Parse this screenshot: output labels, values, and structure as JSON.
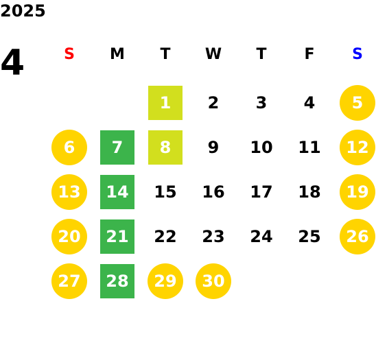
{
  "year": "2025",
  "month": "4",
  "colors": {
    "sunday_label": "#ff0000",
    "saturday_label": "#0000ff",
    "holiday_circle": "#ffd400",
    "green_square": "#3cb44b",
    "lime_square": "#d2df1e"
  },
  "weekdays": [
    "S",
    "M",
    "T",
    "W",
    "T",
    "F",
    "S"
  ],
  "days": [
    {
      "day": "1",
      "row": 0,
      "col": 2,
      "mark": "lime-square"
    },
    {
      "day": "2",
      "row": 0,
      "col": 3,
      "mark": "none"
    },
    {
      "day": "3",
      "row": 0,
      "col": 4,
      "mark": "none"
    },
    {
      "day": "4",
      "row": 0,
      "col": 5,
      "mark": "none"
    },
    {
      "day": "5",
      "row": 0,
      "col": 6,
      "mark": "yellow-circle"
    },
    {
      "day": "6",
      "row": 1,
      "col": 0,
      "mark": "yellow-circle"
    },
    {
      "day": "7",
      "row": 1,
      "col": 1,
      "mark": "green-square"
    },
    {
      "day": "8",
      "row": 1,
      "col": 2,
      "mark": "lime-square"
    },
    {
      "day": "9",
      "row": 1,
      "col": 3,
      "mark": "none"
    },
    {
      "day": "10",
      "row": 1,
      "col": 4,
      "mark": "none"
    },
    {
      "day": "11",
      "row": 1,
      "col": 5,
      "mark": "none"
    },
    {
      "day": "12",
      "row": 1,
      "col": 6,
      "mark": "yellow-circle"
    },
    {
      "day": "13",
      "row": 2,
      "col": 0,
      "mark": "yellow-circle"
    },
    {
      "day": "14",
      "row": 2,
      "col": 1,
      "mark": "green-square"
    },
    {
      "day": "15",
      "row": 2,
      "col": 2,
      "mark": "none"
    },
    {
      "day": "16",
      "row": 2,
      "col": 3,
      "mark": "none"
    },
    {
      "day": "17",
      "row": 2,
      "col": 4,
      "mark": "none"
    },
    {
      "day": "18",
      "row": 2,
      "col": 5,
      "mark": "none"
    },
    {
      "day": "19",
      "row": 2,
      "col": 6,
      "mark": "yellow-circle"
    },
    {
      "day": "20",
      "row": 3,
      "col": 0,
      "mark": "yellow-circle"
    },
    {
      "day": "21",
      "row": 3,
      "col": 1,
      "mark": "green-square"
    },
    {
      "day": "22",
      "row": 3,
      "col": 2,
      "mark": "none"
    },
    {
      "day": "23",
      "row": 3,
      "col": 3,
      "mark": "none"
    },
    {
      "day": "24",
      "row": 3,
      "col": 4,
      "mark": "none"
    },
    {
      "day": "25",
      "row": 3,
      "col": 5,
      "mark": "none"
    },
    {
      "day": "26",
      "row": 3,
      "col": 6,
      "mark": "yellow-circle"
    },
    {
      "day": "27",
      "row": 4,
      "col": 0,
      "mark": "yellow-circle"
    },
    {
      "day": "28",
      "row": 4,
      "col": 1,
      "mark": "green-square"
    },
    {
      "day": "29",
      "row": 4,
      "col": 2,
      "mark": "yellow-circle"
    },
    {
      "day": "30",
      "row": 4,
      "col": 3,
      "mark": "yellow-circle"
    }
  ]
}
